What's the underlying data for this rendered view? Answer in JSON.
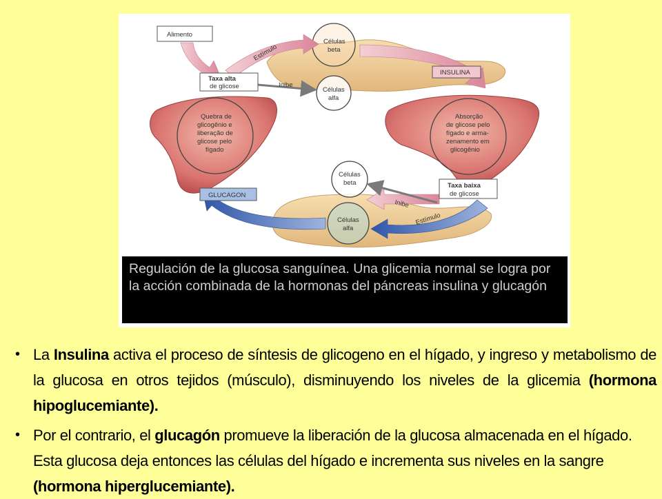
{
  "diagram": {
    "alimento": "Alimento",
    "estimulo_top": "Estímulo",
    "celulas_beta_top": [
      "Células",
      "beta"
    ],
    "insulina": "INSULINA",
    "taxa_alta": [
      "Taxa alta",
      "de glicose"
    ],
    "inibe_top": "Inibe",
    "celulas_alfa_top": [
      "Células",
      "alfa"
    ],
    "quebra": [
      "Quebra de",
      "glicogênio e",
      "liberação de",
      "glicose pelo",
      "fígado"
    ],
    "absorcao": [
      "Absorção",
      "de glicose pelo",
      "fígado e arma-",
      "zenamento em",
      "glicogênio"
    ],
    "celulas_beta_bottom": [
      "Células",
      "beta"
    ],
    "taxa_baixa": [
      "Taxa baixa",
      "de glicose"
    ],
    "glucagon": "GLUCAGON",
    "inibe_bottom": "Inibe",
    "estimulo_bottom": "Estímulo",
    "celulas_alfa_bottom": [
      "Células",
      "alfa"
    ]
  },
  "caption": "Regulación de la glucosa sanguínea. Una glicemia normal se logra por la acción combinada de la hormonas del páncreas insulina y glucagón",
  "bullet1": {
    "pre": "La ",
    "bold1": "Insulina",
    "mid": "  activa el proceso de síntesis de glicogeno en el hígado, y  ingreso y metabolismo de la glucosa en otros tejidos (músculo),  disminuyendo los niveles de la glicemia ",
    "bold2": "(hormona hipoglucemiante)."
  },
  "bullet2": {
    "pre": "Por el contrario, el ",
    "bold1": "glucagón",
    "mid": " promueve la liberación de la glucosa almacenada en el hígado. Esta glucosa deja entonces las células del hígado  e incrementa sus niveles en la sangre ",
    "bold2": "(hormona hiperglucemiante)."
  },
  "colors": {
    "background": "#ffff99",
    "liver": "#d9736f",
    "pancreas": "#eecf9a",
    "insulin_arrow": "#e6a3ad",
    "glucagon_arrow": "#5b7fc0"
  }
}
